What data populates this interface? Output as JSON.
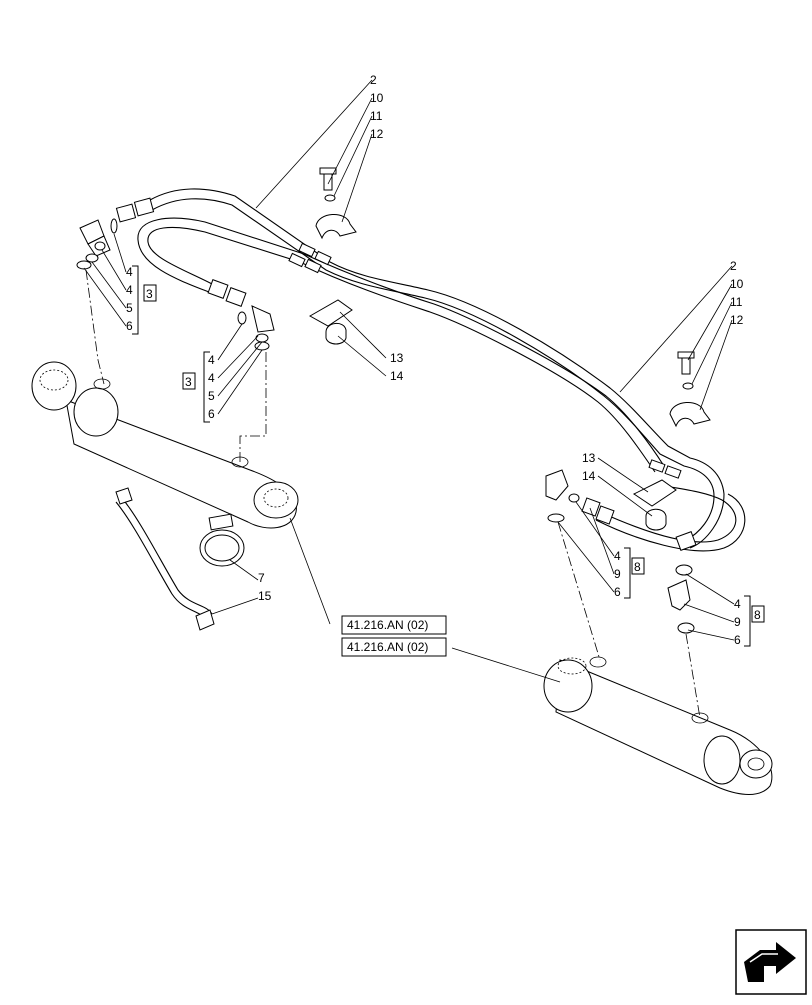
{
  "callouts": {
    "c2a": "2",
    "c10a": "10",
    "c11a": "11",
    "c12a": "12",
    "c2b": "2",
    "c10b": "10",
    "c11b": "11",
    "c12b": "12",
    "c13a": "13",
    "c14a": "14",
    "c13b": "13",
    "c14b": "14",
    "c7": "7",
    "c15": "15",
    "lg1": [
      "4",
      "4",
      "5",
      "6"
    ],
    "lg2": [
      "4",
      "4",
      "5",
      "6"
    ],
    "rg1": [
      "4",
      "9",
      "6"
    ],
    "rg2": [
      "4",
      "9",
      "6"
    ]
  },
  "group_refs": {
    "left_top": "3",
    "left_mid": "3",
    "right_mid": "8",
    "right_low": "8"
  },
  "references": {
    "ref1": "41.216.AN (02)",
    "ref2": "41.216.AN (02)"
  },
  "nav": {
    "icon": "next-page-arrow-icon"
  }
}
